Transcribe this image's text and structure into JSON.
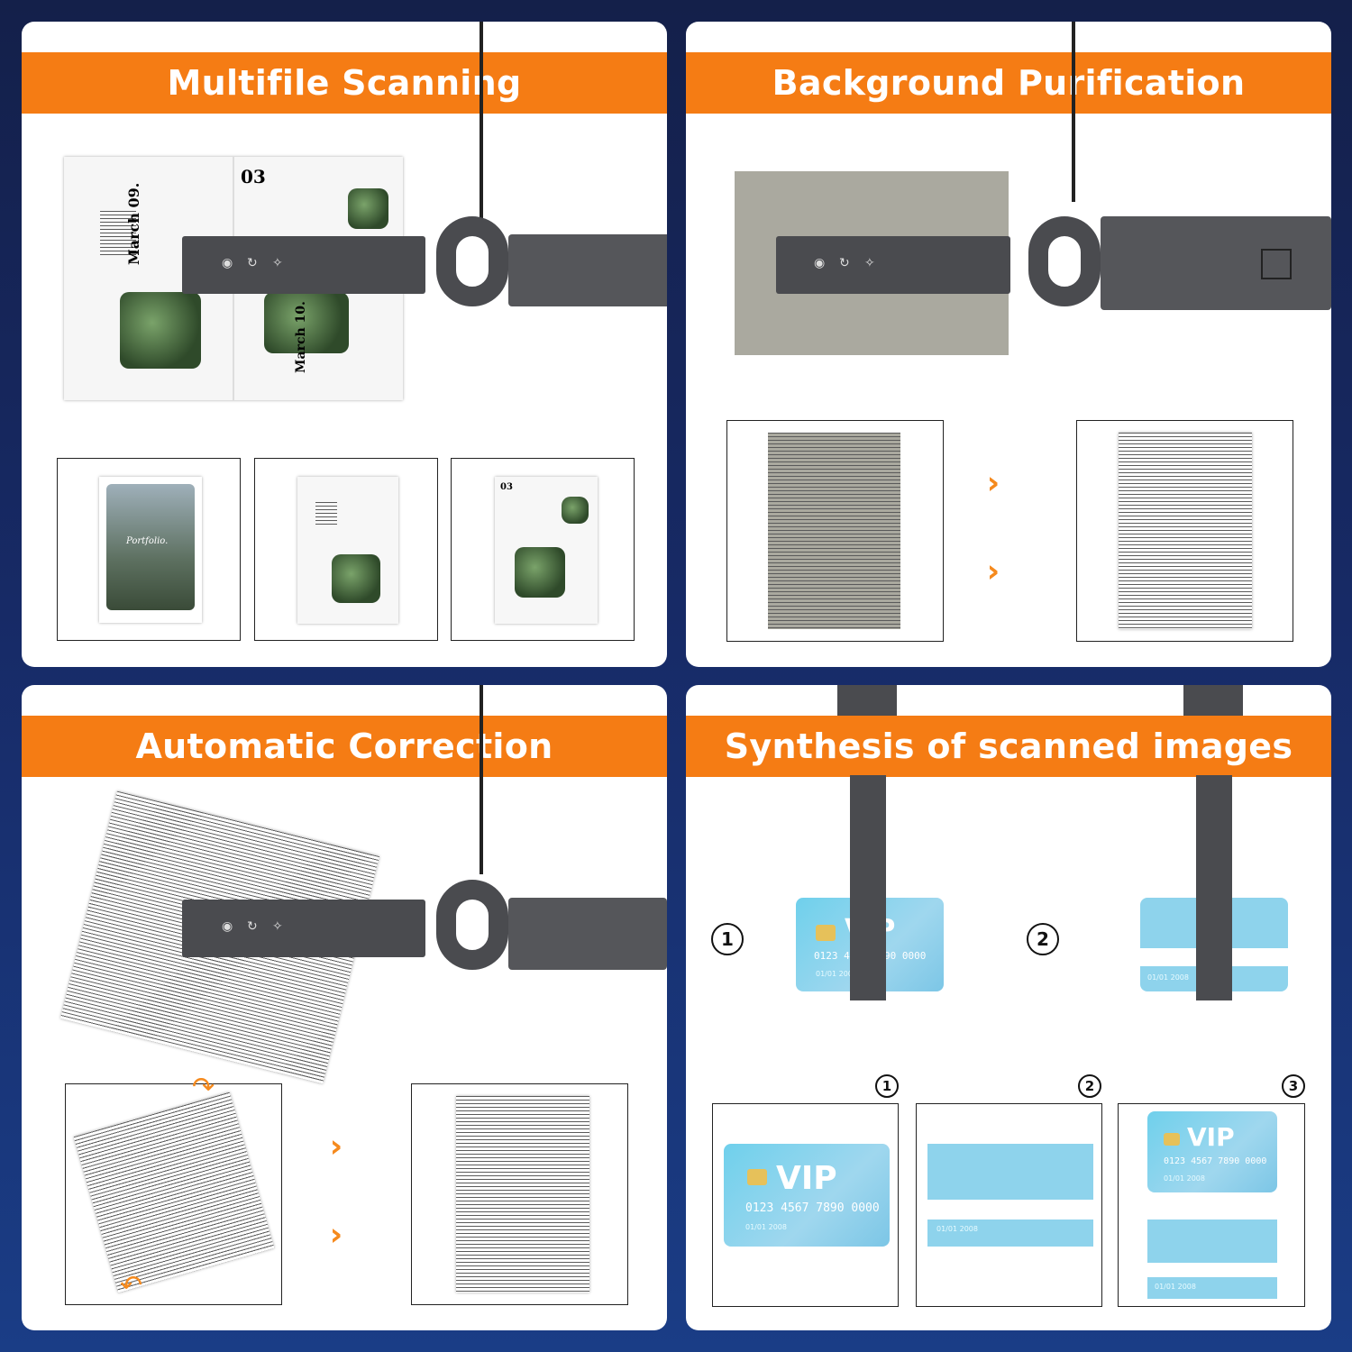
{
  "panels": {
    "multifile": {
      "title": "Multifile Scanning"
    },
    "background": {
      "title": "Background Purification"
    },
    "correction": {
      "title": "Automatic Correction"
    },
    "synthesis": {
      "title": "Synthesis of scanned images"
    }
  },
  "magazine": {
    "page_number": "03",
    "side_text": "March 09.",
    "side_text_2": "March 10.",
    "portfolio": "Portfolio."
  },
  "card": {
    "brand": "VIP",
    "number": "0123 4567 7890 0000",
    "number_partial_a": "0123 4",
    "number_partial_b": "90 0000",
    "date": "01/01 2008"
  },
  "steps": {
    "one": "1",
    "two": "2",
    "three": "3"
  },
  "colors": {
    "accent": "#f57c14",
    "scanner": "#4a4b4f",
    "card": "#7fd0ec"
  },
  "icons": [
    "scan-button-icon",
    "rotate-icon",
    "light-icon",
    "orange-arrow-icon",
    "rotate-arrow-icon"
  ]
}
